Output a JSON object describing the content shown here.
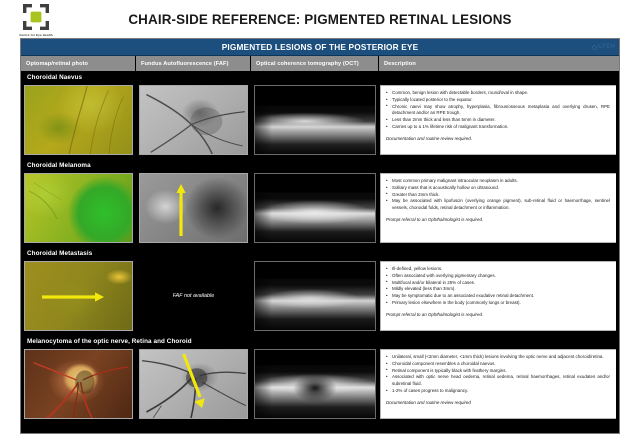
{
  "header": {
    "title": "CHAIR-SIDE REFERENCE: PIGMENTED RETINAL LESIONS",
    "logo_text": "Centre for Eye Health",
    "logo_icon": "bracket-square-logo"
  },
  "table": {
    "banner_title": "PIGMENTED LESIONS OF THE POSTERIOR EYE",
    "banner_watermark": "CFEH",
    "columns": [
      "Optomap/retinal photo",
      "Fundus Autofluorescence (FAF)",
      "Optical coherence tomography (OCT)",
      "Description"
    ],
    "rows": [
      {
        "title": "Choroidal Naevus",
        "photo_caption": "fundus-photo-choroidal-naevus",
        "faf_caption": "faf-image-choroidal-naevus",
        "faf_available": true,
        "oct_caption": "oct-bscan-choroidal-naevus",
        "bullets": [
          "Common, benign lesion with detectable borders, round/oval in shape.",
          "Typically located posterior to the equator.",
          "Chronic naevi may show atrophy, hyperplasia, fibrous/osseous metaplasia and overlying drusen, RPE detachment and/or an RPE trough.",
          "Less than 2mm thick and less than 5mm in diameter.",
          "Carries up to a 1% lifetime risk of malignant transformation."
        ],
        "note": "Documentation and routine review required."
      },
      {
        "title": "Choroidal Melanoma",
        "photo_caption": "fundus-photo-choroidal-melanoma",
        "faf_caption": "faf-image-choroidal-melanoma",
        "faf_available": true,
        "oct_caption": "oct-bscan-choroidal-melanoma",
        "bullets": [
          "Most common primary malignant intraocular neoplasm in adults.",
          "Solitary mass that is acoustically hollow on ultrasound.",
          "Greater than 2mm thick.",
          "May be associated with lipofuscin (overlying orange pigment), sub-retinal fluid or haemorrhage, sentinel vessels, choroidal folds, retinal detachment or inflammation."
        ],
        "note": "Prompt referral to an Ophthalmologist is required."
      },
      {
        "title": "Choroidal Metastasis",
        "photo_caption": "fundus-photo-choroidal-metastasis",
        "faf_caption": "FAF not available",
        "faf_available": false,
        "oct_caption": "oct-bscan-choroidal-metastasis",
        "bullets": [
          "Ill-defined, yellow lesions.",
          "Often associated with overlying pigmentary changes.",
          "Multifocal and/or bilateral in 25% of cases.",
          "Mildly elevated (less than 3mm).",
          "May be symptomatic due to an associated exudative retinal detachment.",
          "Primary lesion elsewhere in the body (commonly lungs or breast)."
        ],
        "note": "Prompt referral to an Ophthalmologist is required."
      },
      {
        "title": "Melanocytoma of the optic nerve, Retina and Choroid",
        "photo_caption": "fundus-photo-melanocytoma-optic-disc",
        "faf_caption": "faf-image-melanocytoma",
        "faf_available": true,
        "oct_caption": "oct-bscan-melanocytoma",
        "bullets": [
          "Unilateral, small (<2mm diameter, <1mm thick) lesions involving the optic nerve and adjacent choroid/retina.",
          "Choroidal component resembles a choroidal naevus.",
          "Retinal component is typically black with feathery margins.",
          "Associated with optic nerve head oedema, retinal oedema, retinal haemorrhages, retinal exudates and/or subretinal fluid.",
          "1-2% of cases progress to malignancy."
        ],
        "note": "Documentation and routine review required"
      }
    ]
  },
  "colors": {
    "banner_blue": "#1c4e7e",
    "column_header_gray": "#8d8d8d",
    "row_background": "#000000",
    "arrow_yellow": "#f2e80c",
    "logo_green": "#a9c31f"
  }
}
